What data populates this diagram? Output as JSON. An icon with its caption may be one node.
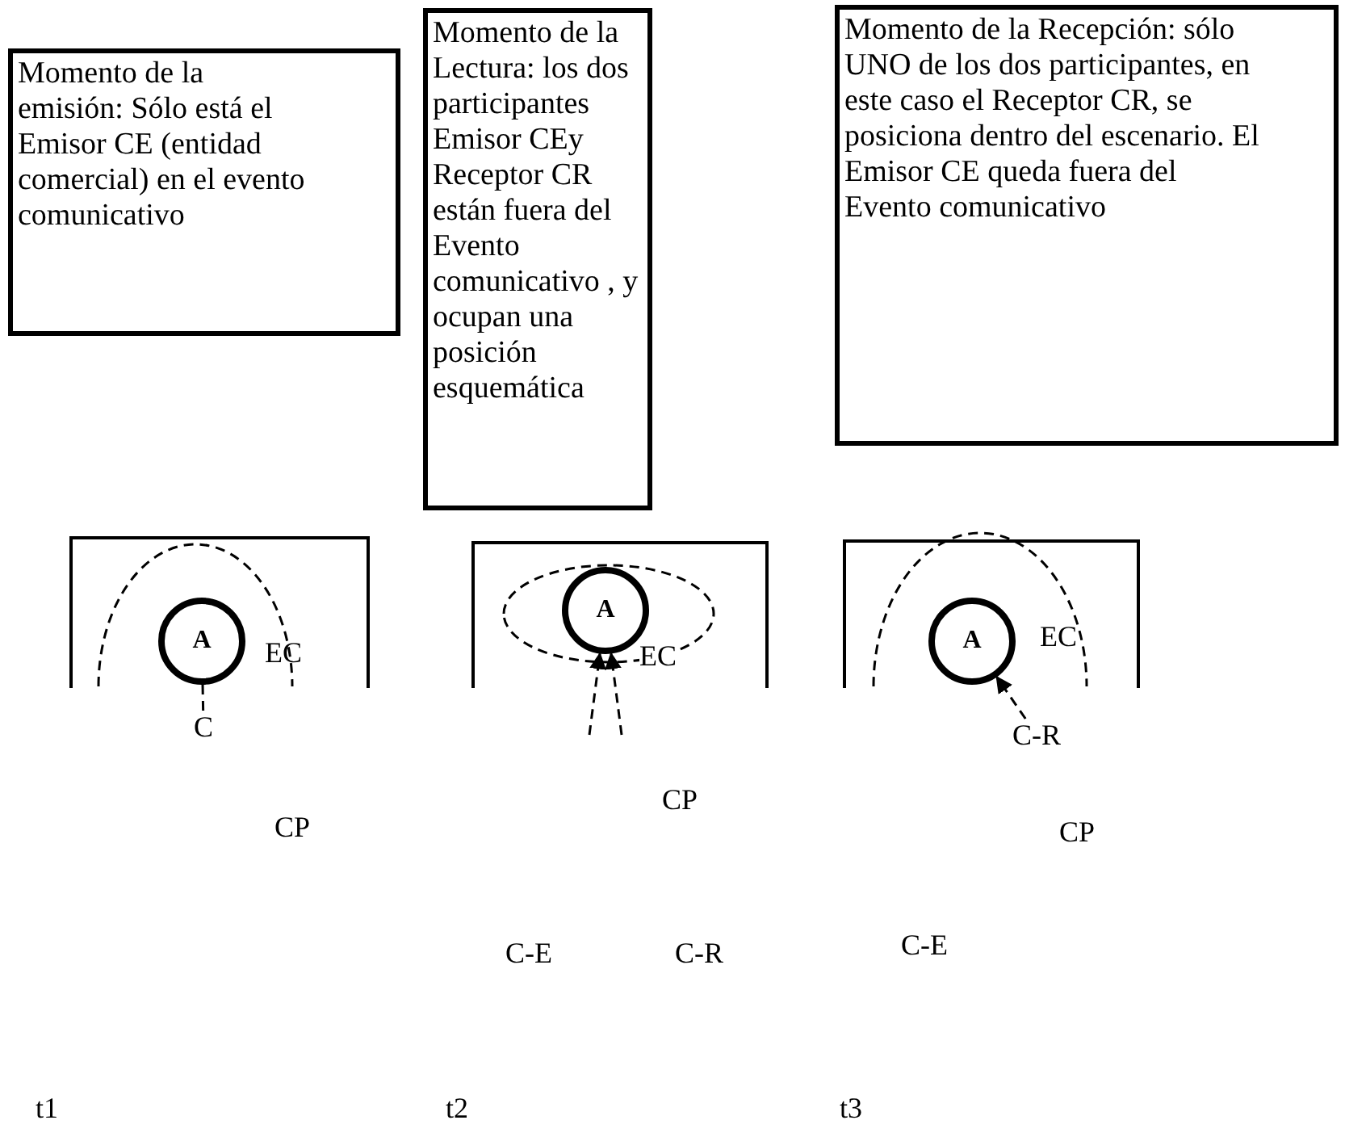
{
  "diagram": {
    "nodes": [
      {
        "text": [
          "Momento de la emisión: Sólo está el Emisor CE (entidad comercial) en el evento comunicativo"
        ]
      },
      {
        "text": [
          "Momento de la Lectura: los dos participantes Emisor CEy Receptor CR están fuera del Evento comunicativo , y ocupan una posición esquemática"
        ]
      },
      {
        "text": [
          "Momento de la Recepción: sólo UNO de los dos participantes, en este caso el  Receptor CR, se posiciona dentro del escenario.  El Emisor CE queda fuera del Evento comunicativo"
        ]
      },
      {
        "text": [],
        "shape": "box"
      },
      {
        "text": [
          "A"
        ],
        "in": 3
      },
      {
        "text": [
          "C"
        ]
      },
      {
        "text": [],
        "shape": "box"
      },
      {
        "text": [
          "A"
        ],
        "in": 6
      },
      {
        "text": [],
        "shape": "box"
      },
      {
        "text": [
          "A"
        ],
        "in": 8
      },
      {
        "text": [
          "C-R"
        ]
      }
    ],
    "edges": [
      {
        "from": 4,
        "to": 5,
        "arrow": "none",
        "style": "dashed"
      },
      {
        "from": null,
        "to": 7,
        "arrow": "to",
        "style": "dashed"
      },
      {
        "from": null,
        "to": 7,
        "arrow": "to",
        "style": "dashed"
      },
      {
        "from": 10,
        "to": 9,
        "arrow": "to",
        "style": "dashed"
      }
    ],
    "labels": [
      "EC",
      "CP",
      "EC",
      "CP",
      "C-E",
      "C-R",
      "EC",
      "CP",
      "C-E",
      "t1",
      "t2",
      "t3"
    ]
  }
}
